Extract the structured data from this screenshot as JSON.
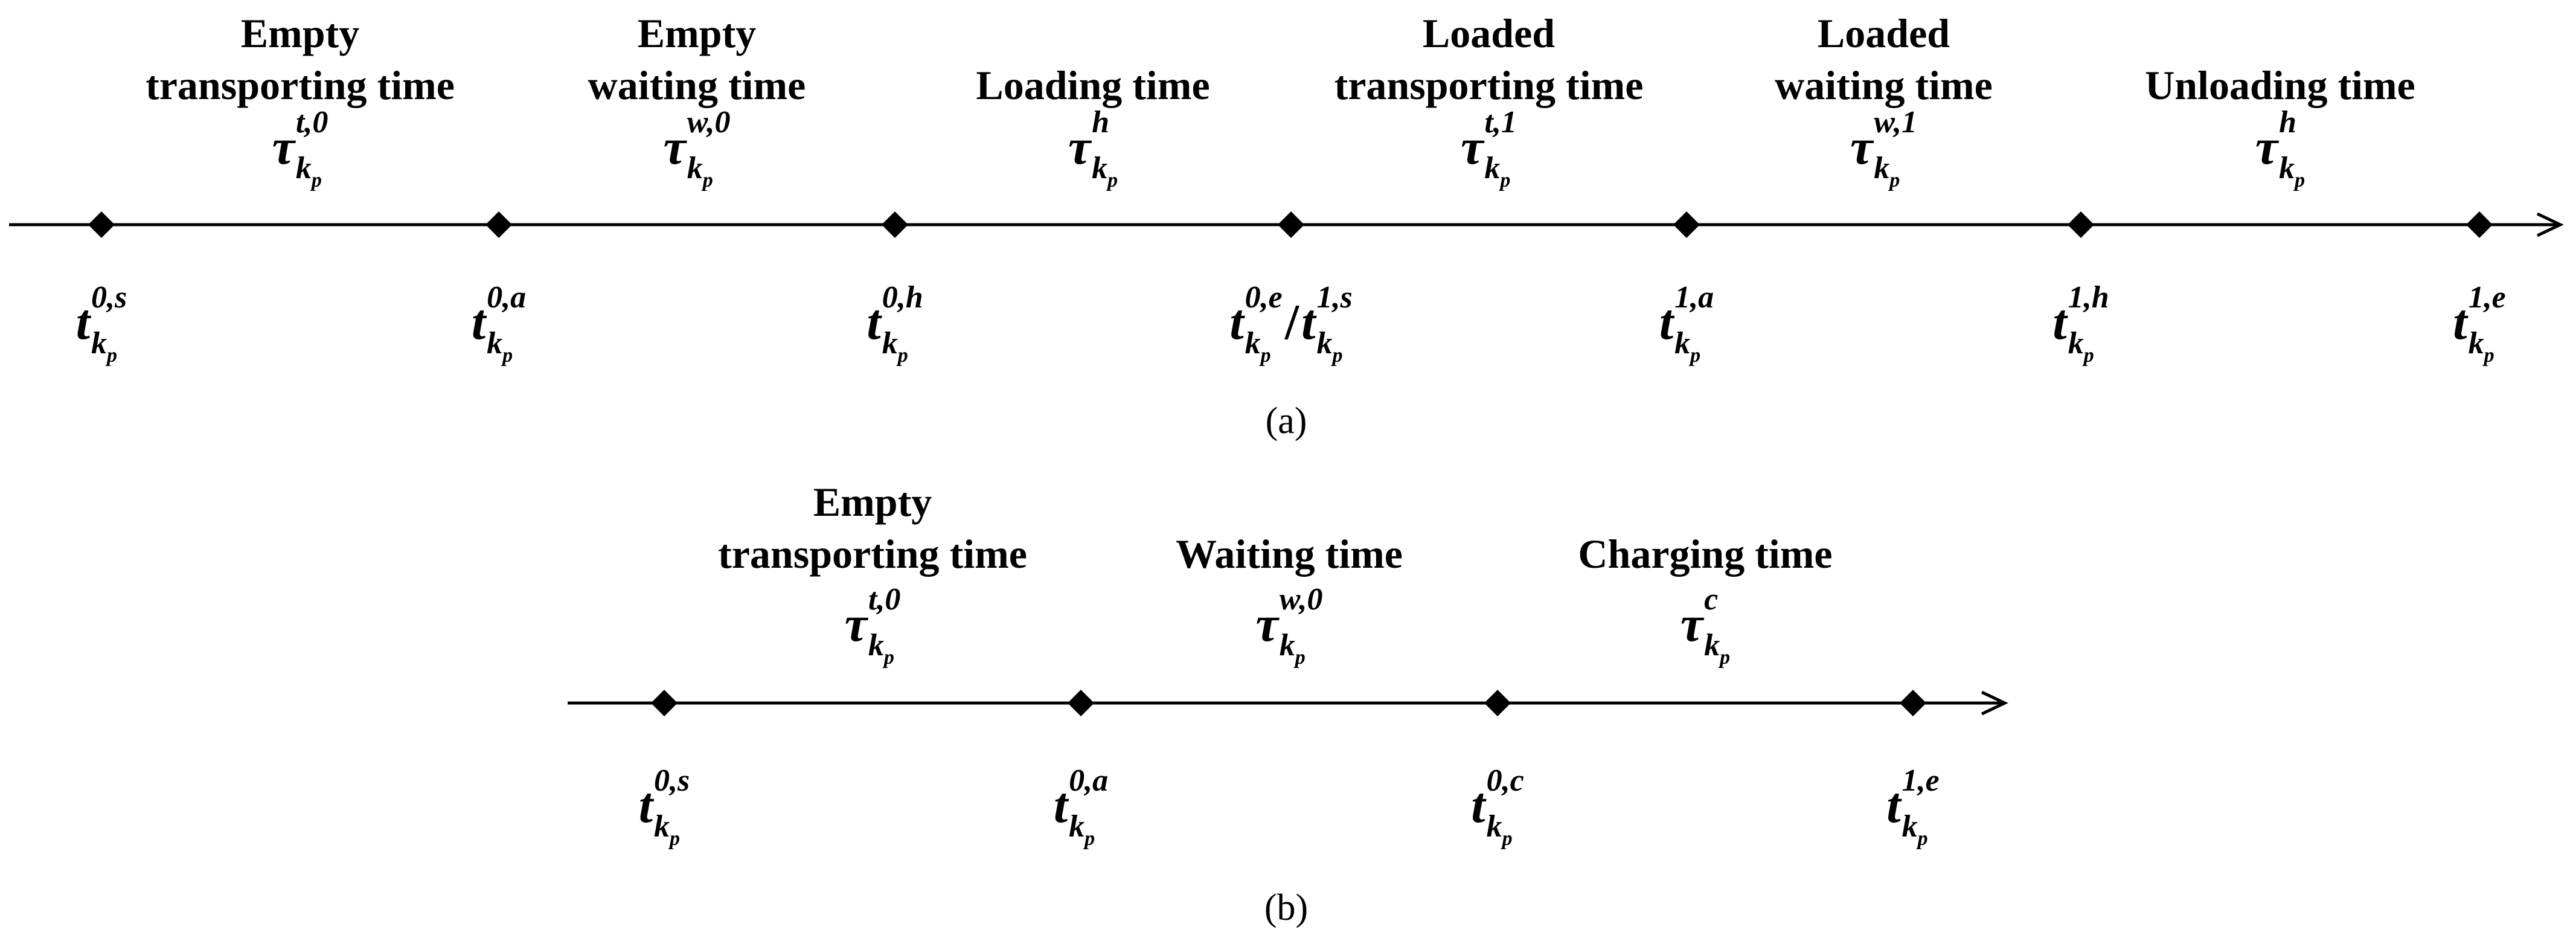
{
  "panels": [
    {
      "id": "a",
      "caption": "(a)",
      "segments": [
        {
          "label": [
            "Empty",
            "transporting time"
          ],
          "symbol": {
            "base": "τ",
            "sup": "t,0",
            "sub": "k",
            "sub2": "p"
          }
        },
        {
          "label": [
            "Empty",
            "waiting time"
          ],
          "symbol": {
            "base": "τ",
            "sup": "w,0",
            "sub": "k",
            "sub2": "p"
          }
        },
        {
          "label": [
            "Loading time"
          ],
          "symbol": {
            "base": "τ",
            "sup": "h",
            "sub": "k",
            "sub2": "p"
          }
        },
        {
          "label": [
            "Loaded",
            "transporting time"
          ],
          "symbol": {
            "base": "τ",
            "sup": "t,1",
            "sub": "k",
            "sub2": "p"
          }
        },
        {
          "label": [
            "Loaded",
            "waiting time"
          ],
          "symbol": {
            "base": "τ",
            "sup": "w,1",
            "sub": "k",
            "sub2": "p"
          }
        },
        {
          "label": [
            "Unloading time"
          ],
          "symbol": {
            "base": "τ",
            "sup": "h",
            "sub": "k",
            "sub2": "p"
          }
        }
      ],
      "points": [
        [
          {
            "base": "t",
            "sup": "0,s",
            "sub": "k",
            "sub2": "p"
          }
        ],
        [
          {
            "base": "t",
            "sup": "0,a",
            "sub": "k",
            "sub2": "p"
          }
        ],
        [
          {
            "base": "t",
            "sup": "0,h",
            "sub": "k",
            "sub2": "p"
          }
        ],
        [
          {
            "base": "t",
            "sup": "0,e",
            "sub": "k",
            "sub2": "p"
          },
          {
            "base": "t",
            "sup": "1,s",
            "sub": "k",
            "sub2": "p"
          }
        ],
        [
          {
            "base": "t",
            "sup": "1,a",
            "sub": "k",
            "sub2": "p"
          }
        ],
        [
          {
            "base": "t",
            "sup": "1,h",
            "sub": "k",
            "sub2": "p"
          }
        ],
        [
          {
            "base": "t",
            "sup": "1,e",
            "sub": "k",
            "sub2": "p"
          }
        ]
      ]
    },
    {
      "id": "b",
      "caption": "(b)",
      "segments": [
        {
          "label": [
            "Empty",
            "transporting time"
          ],
          "symbol": {
            "base": "τ",
            "sup": "t,0",
            "sub": "k",
            "sub2": "p"
          }
        },
        {
          "label": [
            "Waiting time"
          ],
          "symbol": {
            "base": "τ",
            "sup": "w,0",
            "sub": "k",
            "sub2": "p"
          }
        },
        {
          "label": [
            "Charging time"
          ],
          "symbol": {
            "base": "τ",
            "sup": "c",
            "sub": "k",
            "sub2": "p"
          }
        }
      ],
      "points": [
        [
          {
            "base": "t",
            "sup": "0,s",
            "sub": "k",
            "sub2": "p"
          }
        ],
        [
          {
            "base": "t",
            "sup": "0,a",
            "sub": "k",
            "sub2": "p"
          }
        ],
        [
          {
            "base": "t",
            "sup": "0,c",
            "sub": "k",
            "sub2": "p"
          }
        ],
        [
          {
            "base": "t",
            "sup": "1,e",
            "sub": "k",
            "sub2": "p"
          }
        ]
      ]
    }
  ]
}
